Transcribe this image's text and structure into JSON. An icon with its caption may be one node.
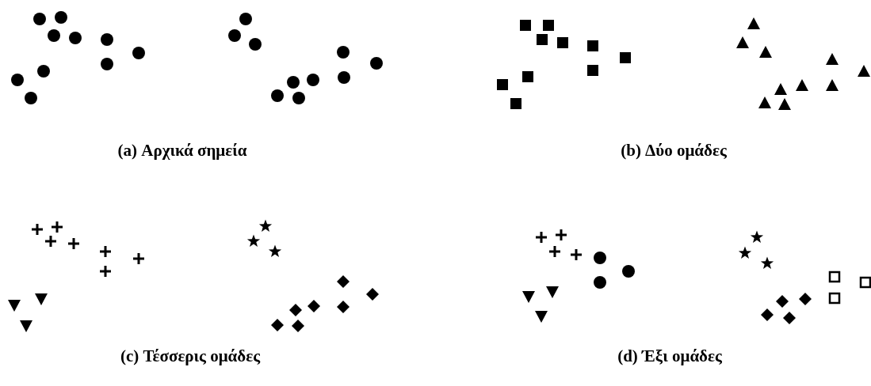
{
  "diagram": {
    "labels": [
      "(a) Αρχικά σημεία",
      "(b) Δύο ομάδες",
      "(c) Τέσσερις ομάδες",
      "(d) Έξι ομάδες"
    ]
  }
}
